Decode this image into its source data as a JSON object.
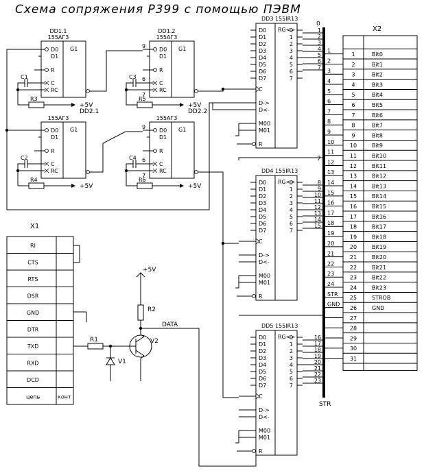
{
  "title": "Схема сопряжения Р399 с помощью ПЭВМ",
  "triggers": [
    {
      "id": "DD1.1",
      "part": "155АГ3",
      "out": "G1",
      "pins": [
        "D0",
        "D1",
        "R",
        "C",
        "RC"
      ],
      "cap": "C1",
      "res": "R3",
      "supply": "+5V",
      "next": "DD2.1"
    },
    {
      "id": "DD1.2",
      "part": "155АГ3",
      "out": "G1",
      "pins": [
        "D0",
        "D1",
        "R",
        "C",
        "RC"
      ],
      "cap": "C3",
      "res": "R5",
      "supply": "+5V",
      "next": "DD2.2",
      "pin_a": "9",
      "pin_b": "6",
      "pin_c": "7"
    },
    {
      "id": "",
      "part": "155АГ3",
      "out": "G1",
      "pins": [
        "D0",
        "D1",
        "R",
        "C",
        "RC"
      ],
      "cap": "C2",
      "res": "R4",
      "supply": "+5V"
    },
    {
      "id": "",
      "part": "155АГ3",
      "out": "G1",
      "pins": [
        "D0",
        "D1",
        "R",
        "C",
        "RC"
      ],
      "cap": "C4",
      "res": "R6",
      "supply": "+5V",
      "pin_a": "9",
      "pin_b": "6",
      "pin_c": "7"
    }
  ],
  "registers": [
    {
      "id": "DD3",
      "part": "155IR13",
      "head": "RG<>",
      "inputs": [
        "D0",
        "D1",
        "D2",
        "D3",
        "D4",
        "D5",
        "D6",
        "D7"
      ],
      "ctrl": [
        "C",
        "D->",
        "D<-",
        "M00",
        "M01",
        "R"
      ],
      "outs": [
        "0",
        "1",
        "2",
        "3",
        "4",
        "5",
        "6",
        "7"
      ],
      "bus_pins": [
        "1",
        "2",
        "3",
        "4",
        "5",
        "6",
        "7"
      ]
    },
    {
      "id": "DD4",
      "part": "155IR13",
      "head": "RG<>",
      "inputs": [
        "D0",
        "D1",
        "D2",
        "D3",
        "D4",
        "D5",
        "D6",
        "D7"
      ],
      "ctrl": [
        "C",
        "D->",
        "D<-",
        "M00",
        "M01",
        "R"
      ],
      "outs": [
        "0",
        "1",
        "2",
        "3",
        "4",
        "5",
        "6",
        "7"
      ],
      "bus_pins": [
        "8",
        "9",
        "10",
        "11",
        "12",
        "13",
        "14",
        "15"
      ]
    },
    {
      "id": "DD5",
      "part": "155IR13",
      "head": "RG<>",
      "inputs": [
        "D0",
        "D1",
        "D2",
        "D3",
        "D4",
        "D5",
        "D6",
        "D7"
      ],
      "ctrl": [
        "C",
        "D->",
        "D<-",
        "M00",
        "M01",
        "R"
      ],
      "outs": [
        "0",
        "1",
        "2",
        "3",
        "4",
        "5",
        "6",
        "7"
      ],
      "bus_pins": [
        "16",
        "17",
        "18",
        "19",
        "20",
        "21",
        "22",
        "23"
      ]
    }
  ],
  "bus": {
    "top_label": "0",
    "mid_label": "7",
    "str_label": "STR"
  },
  "x1": {
    "title": "X1",
    "rows": [
      "RI",
      "CTS",
      "RTS",
      "DSR",
      "GND",
      "DTR",
      "TXD",
      "RXD",
      "DCD"
    ],
    "footer_left": "цепь",
    "footer_right": "конт"
  },
  "x2": {
    "title": "X2",
    "wire_labels": [
      "1",
      "2",
      "3",
      "4",
      "5",
      "6",
      "7",
      "8",
      "9",
      "10",
      "11",
      "12",
      "13",
      "14",
      "15",
      "16",
      "17",
      "18",
      "19",
      "20",
      "21",
      "22",
      "23",
      "24",
      "STR",
      "GND",
      "",
      "",
      "",
      "",
      ""
    ],
    "pins": [
      "1",
      "2",
      "3",
      "4",
      "5",
      "6",
      "7",
      "8",
      "9",
      "10",
      "11",
      "12",
      "13",
      "14",
      "15",
      "16",
      "17",
      "18",
      "19",
      "20",
      "21",
      "22",
      "23",
      "24",
      "25",
      "26",
      "27",
      "28",
      "29",
      "30",
      "31"
    ],
    "names": [
      "Bit0",
      "Bit1",
      "Bit2",
      "Bit3",
      "Bit4",
      "Bit5",
      "Bit6",
      "Bit7",
      "Bit8",
      "Bit9",
      "Bit10",
      "Bit11",
      "Bit12",
      "Bit13",
      "Bit14",
      "Bit15",
      "Bit16",
      "Bit17",
      "Bit18",
      "Bit19",
      "Bit20",
      "Bit21",
      "Bit22",
      "Bit23",
      "STROB",
      "GND",
      "",
      "",
      "",
      "",
      ""
    ]
  },
  "driver": {
    "supply": "+5V",
    "r2": "R2",
    "r1": "R1",
    "diode": "V1",
    "transistor": "V2",
    "net": "DATA"
  }
}
